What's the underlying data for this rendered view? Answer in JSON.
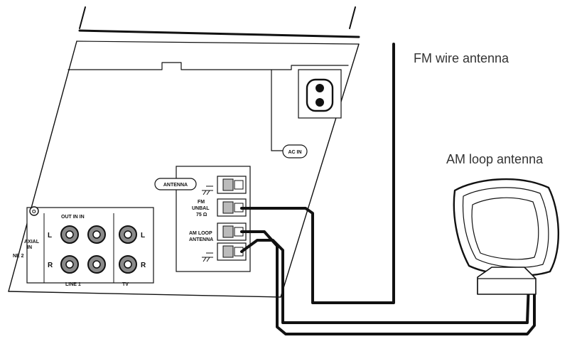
{
  "labels": {
    "fm_wire_antenna": "FM wire antenna",
    "am_loop_antenna": "AM loop antenna",
    "ac_in": "AC IN",
    "antenna": "ANTENNA",
    "fm_unbal": "FM",
    "fm_unbal_2": "UNBAL",
    "fm_ohm": "75 Ω",
    "am_loop": "AM LOOP",
    "am_loop_2": "ANTENNA",
    "out_in": "OUT IN IN",
    "axial": "AXIAL",
    "axial_in": "IN",
    "ne2": "NE 2",
    "left_l": "L",
    "left_r": "R",
    "right_l": "L",
    "right_r": "R",
    "line1": "LINE 1",
    "tv": "TV",
    "knob": "O"
  },
  "colors": {
    "line": "#111111",
    "panel": "#ffffff",
    "jack": "#8a8a8a",
    "text_light": "#333333"
  }
}
